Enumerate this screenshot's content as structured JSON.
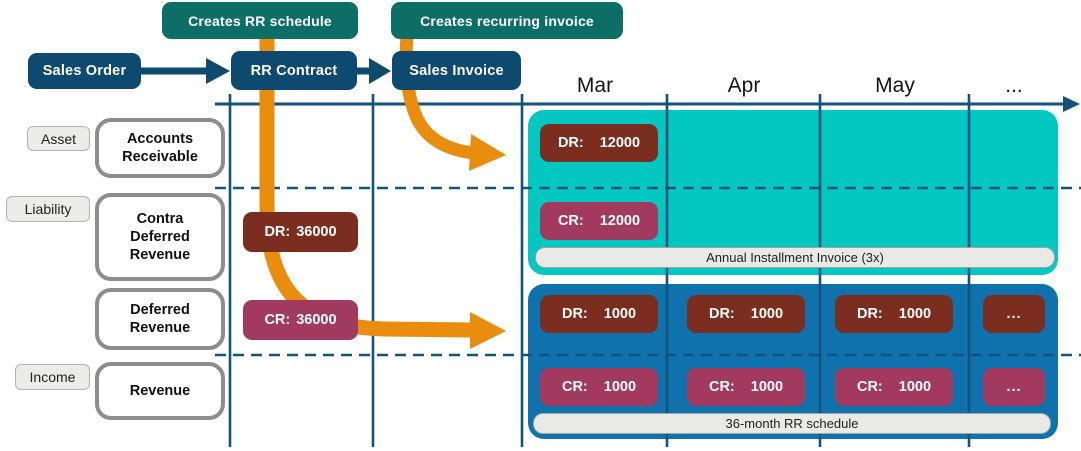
{
  "palette": {
    "teal_badge": "#0d6e68",
    "flow_box_blue": "#0e4a70",
    "line_blue": "#14537c",
    "teal_region": "#03c8c2",
    "blue_region": "#0f72ad",
    "dr_chip": "#7b2d20",
    "cr_chip": "#a23a60",
    "orange_flow": "#ea8c0d",
    "gray_bar": "#e9e9e7"
  },
  "badges": {
    "rr_schedule": "Creates RR schedule",
    "recurring_invoice": "Creates recurring invoice"
  },
  "flow_boxes": {
    "sales_order": "Sales Order",
    "rr_contract": "RR Contract",
    "sales_invoice": "Sales Invoice"
  },
  "timeline": {
    "months": [
      "Mar",
      "Apr",
      "May",
      "..."
    ]
  },
  "categories": {
    "asset": "Asset",
    "liability": "Liability",
    "income": "Income"
  },
  "accounts": {
    "accounts_receivable": "Accounts Receivable",
    "contra_deferred_revenue": "Contra Deferred Revenue",
    "deferred_revenue": "Deferred Revenue",
    "revenue": "Revenue"
  },
  "contract_entries": {
    "dr": {
      "label": "DR:",
      "value": "36000"
    },
    "cr": {
      "label": "CR:",
      "value": "36000"
    }
  },
  "invoice_entries": {
    "dr": {
      "label": "DR:",
      "value": "12000"
    },
    "cr": {
      "label": "CR:",
      "value": "12000"
    }
  },
  "schedule_entries": {
    "dr": [
      {
        "label": "DR:",
        "value": "1000"
      },
      {
        "label": "DR:",
        "value": "1000"
      },
      {
        "label": "DR:",
        "value": "1000"
      },
      {
        "label": "",
        "value": "..."
      }
    ],
    "cr": [
      {
        "label": "CR:",
        "value": "1000"
      },
      {
        "label": "CR:",
        "value": "1000"
      },
      {
        "label": "CR:",
        "value": "1000"
      },
      {
        "label": "",
        "value": "..."
      }
    ]
  },
  "bars": {
    "annual_invoice": "Annual Installment Invoice (3x)",
    "rr_schedule": "36-month RR schedule"
  }
}
